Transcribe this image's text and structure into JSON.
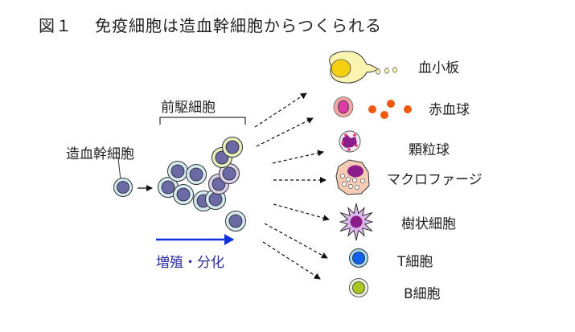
{
  "title": {
    "figure_label": "図１",
    "text": "免疫細胞は造血幹細胞からつくられる"
  },
  "labels": {
    "stem_cell": "造血幹細胞",
    "progenitor": "前駆細胞",
    "process": "増殖・分化"
  },
  "outputs": [
    {
      "id": "platelet",
      "label": "血小板"
    },
    {
      "id": "red-blood-cell",
      "label": "赤血球"
    },
    {
      "id": "granulocyte",
      "label": "顆粒球"
    },
    {
      "id": "macrophage",
      "label": "マクロファージ"
    },
    {
      "id": "dendritic-cell",
      "label": "樹状細胞"
    },
    {
      "id": "t-cell",
      "label": "T細胞"
    },
    {
      "id": "b-cell",
      "label": "B細胞"
    }
  ],
  "colors": {
    "cell_nucleus": "#6b6aa6",
    "cell_ring_blue": "#d6eaf2",
    "cell_ring_green": "#e6f0bf",
    "cell_ring_purple": "#ddd0ea",
    "process_arrow": "#1030e0",
    "process_text": "#2a2a9a"
  }
}
